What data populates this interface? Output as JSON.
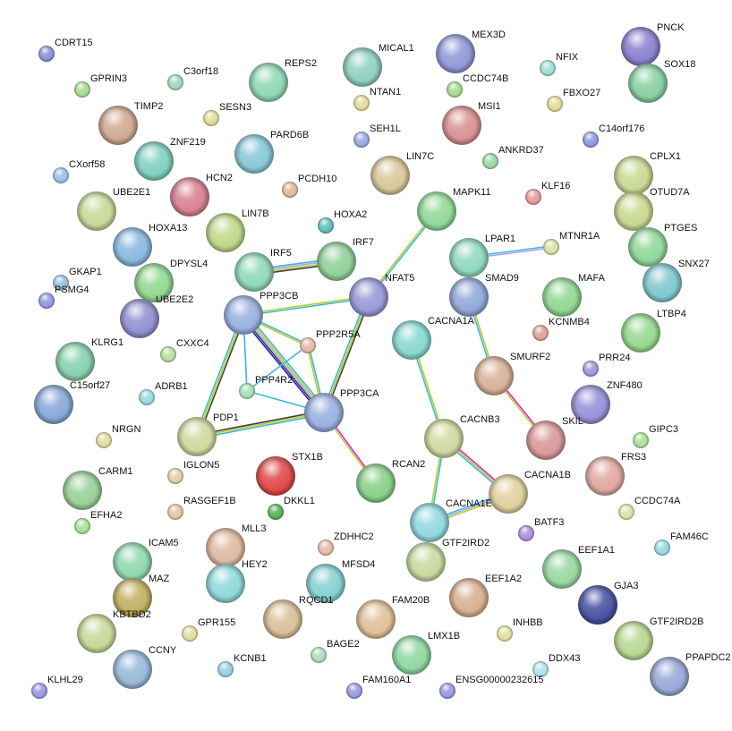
{
  "network": {
    "nodes": [
      {
        "id": "CDRT15",
        "color": "#8c8fd8",
        "size": "small"
      },
      {
        "id": "GPRIN3",
        "color": "#a8d890",
        "size": "small"
      },
      {
        "id": "C3orf18",
        "color": "#9fd8b8",
        "size": "small"
      },
      {
        "id": "REPS2",
        "color": "#8fd8b4",
        "size": "large"
      },
      {
        "id": "MICAL1",
        "color": "#8fd0c0",
        "size": "large"
      },
      {
        "id": "MEX3D",
        "color": "#9098d8",
        "size": "large"
      },
      {
        "id": "NFIX",
        "color": "#98e0d0",
        "size": "small"
      },
      {
        "id": "PNCK",
        "color": "#8a80d0",
        "size": "large"
      },
      {
        "id": "SOX18",
        "color": "#88d0a0",
        "size": "large"
      },
      {
        "id": "TIMP2",
        "color": "#d0a890",
        "size": "large"
      },
      {
        "id": "SESN3",
        "color": "#e0dc98",
        "size": "small"
      },
      {
        "id": "NTAN1",
        "color": "#e0dc98",
        "size": "small"
      },
      {
        "id": "CCDC74B",
        "color": "#a8d890",
        "size": "small"
      },
      {
        "id": "MSI1",
        "color": "#d89090",
        "size": "large"
      },
      {
        "id": "FBXO27",
        "color": "#e0dc98",
        "size": "small"
      },
      {
        "id": "C14orf176",
        "color": "#9098e0",
        "size": "small"
      },
      {
        "id": "ZNF219",
        "color": "#80d0c0",
        "size": "large"
      },
      {
        "id": "PARD6B",
        "color": "#88c8d8",
        "size": "large"
      },
      {
        "id": "SEH1L",
        "color": "#98a8e0",
        "size": "small"
      },
      {
        "id": "ANKRD37",
        "color": "#98d8a0",
        "size": "small"
      },
      {
        "id": "CXorf58",
        "color": "#98c0e8",
        "size": "small"
      },
      {
        "id": "HCN2",
        "color": "#d88090",
        "size": "large"
      },
      {
        "id": "PCDH10",
        "color": "#e0b898",
        "size": "small"
      },
      {
        "id": "LIN7C",
        "color": "#d8c898",
        "size": "large"
      },
      {
        "id": "KLF16",
        "color": "#e89898",
        "size": "small"
      },
      {
        "id": "CPLX1",
        "color": "#c8d890",
        "size": "large"
      },
      {
        "id": "OTUD7A",
        "color": "#c8d890",
        "size": "large"
      },
      {
        "id": "UBE2E1",
        "color": "#c8d898",
        "size": "large"
      },
      {
        "id": "LIN7B",
        "color": "#c0d888",
        "size": "large"
      },
      {
        "id": "HOXA2",
        "color": "#60c0b8",
        "size": "small"
      },
      {
        "id": "MAPK11",
        "color": "#90d898",
        "size": "large"
      },
      {
        "id": "MTNR1A",
        "color": "#d8e0a0",
        "size": "small"
      },
      {
        "id": "PTGES",
        "color": "#90d898",
        "size": "large"
      },
      {
        "id": "HOXA13",
        "color": "#88b8e0",
        "size": "large"
      },
      {
        "id": "LPAR1",
        "color": "#90d8c0",
        "size": "large"
      },
      {
        "id": "GKAP1",
        "color": "#98c0e0",
        "size": "small"
      },
      {
        "id": "DPYSL4",
        "color": "#90d890",
        "size": "large"
      },
      {
        "id": "IRF5",
        "color": "#90d8b8",
        "size": "large"
      },
      {
        "id": "IRF7",
        "color": "#90d098",
        "size": "large"
      },
      {
        "id": "SNX27",
        "color": "#80c8d0",
        "size": "large"
      },
      {
        "id": "NFAT5",
        "color": "#9898d8",
        "size": "large"
      },
      {
        "id": "SMAD9",
        "color": "#90a8d8",
        "size": "large"
      },
      {
        "id": "MAFA",
        "color": "#90d890",
        "size": "large"
      },
      {
        "id": "UBE2E2",
        "color": "#9090d0",
        "size": "large"
      },
      {
        "id": "PSMG4",
        "color": "#9098e0",
        "size": "small"
      },
      {
        "id": "PPP3CB",
        "color": "#98b0e0",
        "size": "large"
      },
      {
        "id": "PPP2R5A",
        "color": "#e8b8a8",
        "size": "small"
      },
      {
        "id": "CACNA1A",
        "color": "#88d8d0",
        "size": "large"
      },
      {
        "id": "KCNMB4",
        "color": "#e0a098",
        "size": "small"
      },
      {
        "id": "LTBP4",
        "color": "#98d890",
        "size": "large"
      },
      {
        "id": "KLRG1",
        "color": "#88d0b0",
        "size": "large"
      },
      {
        "id": "CXXC4",
        "color": "#b8e0a0",
        "size": "small"
      },
      {
        "id": "SMURF2",
        "color": "#d8b098",
        "size": "large"
      },
      {
        "id": "PRR24",
        "color": "#9898e0",
        "size": "small"
      },
      {
        "id": "PPP4R2",
        "color": "#a0e0b8",
        "size": "small"
      },
      {
        "id": "C15orf27",
        "color": "#88a8d8",
        "size": "large"
      },
      {
        "id": "ADRB1",
        "color": "#98d8e0",
        "size": "small"
      },
      {
        "id": "PPP3CA",
        "color": "#98b0e0",
        "size": "large"
      },
      {
        "id": "ZNF480",
        "color": "#9890d8",
        "size": "large"
      },
      {
        "id": "SKIL",
        "color": "#d89898",
        "size": "large"
      },
      {
        "id": "CACNB3",
        "color": "#d0d8a0",
        "size": "large"
      },
      {
        "id": "GIPC3",
        "color": "#a8e098",
        "size": "small"
      },
      {
        "id": "NRGN",
        "color": "#e0dca0",
        "size": "small"
      },
      {
        "id": "PDP1",
        "color": "#d0d8a0",
        "size": "large"
      },
      {
        "id": "STX1B",
        "color": "#e04848",
        "size": "large"
      },
      {
        "id": "IGLON5",
        "color": "#e0d0a8",
        "size": "small"
      },
      {
        "id": "RCAN2",
        "color": "#88d088",
        "size": "large"
      },
      {
        "id": "CACNA1B",
        "color": "#e0d0a0",
        "size": "large"
      },
      {
        "id": "FRS3",
        "color": "#e0a8a0",
        "size": "large"
      },
      {
        "id": "CARM1",
        "color": "#98d098",
        "size": "large"
      },
      {
        "id": "DKKL1",
        "color": "#58b058",
        "size": "small"
      },
      {
        "id": "RASGEF1B",
        "color": "#e0c8a0",
        "size": "small"
      },
      {
        "id": "CACNA1E",
        "color": "#90d8e0",
        "size": "large"
      },
      {
        "id": "CCDC74A",
        "color": "#e0e0a8",
        "size": "small"
      },
      {
        "id": "EFHA2",
        "color": "#a8e098",
        "size": "small"
      },
      {
        "id": "BATF3",
        "color": "#a890e0",
        "size": "small"
      },
      {
        "id": "FAM46C",
        "color": "#98d8e0",
        "size": "small"
      },
      {
        "id": "MLL3",
        "color": "#e0b8a0",
        "size": "large"
      },
      {
        "id": "ZDHHC2",
        "color": "#e8b8a8",
        "size": "small"
      },
      {
        "id": "GTF2IRD2",
        "color": "#c8d8a0",
        "size": "large"
      },
      {
        "id": "EEF1A1",
        "color": "#98d8a0",
        "size": "large"
      },
      {
        "id": "ICAM5",
        "color": "#90d8b0",
        "size": "large"
      },
      {
        "id": "HEY2",
        "color": "#90d8d8",
        "size": "large"
      },
      {
        "id": "MFSD4",
        "color": "#88d0d0",
        "size": "large"
      },
      {
        "id": "MAZ",
        "color": "#c0b060",
        "size": "large"
      },
      {
        "id": "EEF1A2",
        "color": "#d8b090",
        "size": "large"
      },
      {
        "id": "GJA3",
        "color": "#4850a0",
        "size": "large"
      },
      {
        "id": "KBTBD2",
        "color": "#c8d898",
        "size": "large"
      },
      {
        "id": "RQCD1",
        "color": "#d8c098",
        "size": "large"
      },
      {
        "id": "FAM20B",
        "color": "#e0c098",
        "size": "large"
      },
      {
        "id": "INHBB",
        "color": "#e0e0a0",
        "size": "small"
      },
      {
        "id": "GPR155",
        "color": "#e0e0a0",
        "size": "small"
      },
      {
        "id": "GTF2IRD2B",
        "color": "#b8d890",
        "size": "large"
      },
      {
        "id": "BAGE2",
        "color": "#a8e0b8",
        "size": "small"
      },
      {
        "id": "LMX1B",
        "color": "#90d8a0",
        "size": "large"
      },
      {
        "id": "CCNY",
        "color": "#98b8d8",
        "size": "large"
      },
      {
        "id": "KCNB1",
        "color": "#98d0e0",
        "size": "small"
      },
      {
        "id": "DDX43",
        "color": "#b0e0e8",
        "size": "small"
      },
      {
        "id": "PPAPDC2",
        "color": "#98a8d8",
        "size": "large"
      },
      {
        "id": "KLHL29",
        "color": "#9898e0",
        "size": "small"
      },
      {
        "id": "FAM160A1",
        "color": "#9898e0",
        "size": "small"
      },
      {
        "id": "ENSG00000232615",
        "color": "#9898e0",
        "size": "small"
      }
    ],
    "edges": [
      {
        "source": "MAPK11",
        "target": "NFAT5",
        "channels": [
          "#3bb8e0",
          "#b8d020"
        ]
      },
      {
        "source": "IRF5",
        "target": "IRF7",
        "channels": [
          "#3bb8e0",
          "#a8a0f0",
          "#b8d020",
          "#404040"
        ]
      },
      {
        "source": "LPAR1",
        "target": "MTNR1A",
        "channels": [
          "#3bb8e0",
          "#a8a0f0"
        ]
      },
      {
        "source": "PPP3CB",
        "target": "NFAT5",
        "channels": [
          "#b8d020",
          "#3bb8e0"
        ]
      },
      {
        "source": "NFAT5",
        "target": "PPP3CA",
        "channels": [
          "#404040",
          "#b8d020",
          "#3bb8e0"
        ]
      },
      {
        "source": "PPP3CB",
        "target": "PPP3CA",
        "channels": [
          "#3bb8e0",
          "#b8d020",
          "#a8a0f0",
          "#404040",
          "#2020e0"
        ]
      },
      {
        "source": "PPP3CB",
        "target": "PPP2R5A",
        "channels": [
          "#3bb8e0",
          "#b8d020"
        ]
      },
      {
        "source": "PPP3CB",
        "target": "PPP4R2",
        "channels": [
          "#3bb8e0"
        ]
      },
      {
        "source": "PPP3CB",
        "target": "PDP1",
        "channels": [
          "#404040",
          "#b8d020",
          "#3bb8e0"
        ]
      },
      {
        "source": "PDP1",
        "target": "PPP3CA",
        "channels": [
          "#404040",
          "#b8d020",
          "#3bb8e0"
        ]
      },
      {
        "source": "PPP2R5A",
        "target": "PPP3CA",
        "channels": [
          "#3bb8e0",
          "#b8d020"
        ]
      },
      {
        "source": "PPP2R5A",
        "target": "PPP4R2",
        "channels": [
          "#3bb8e0"
        ]
      },
      {
        "source": "PPP4R2",
        "target": "PPP3CA",
        "channels": [
          "#3bb8e0"
        ]
      },
      {
        "source": "PPP3CA",
        "target": "RCAN2",
        "channels": [
          "#e020e0",
          "#b8d020"
        ]
      },
      {
        "source": "SMAD9",
        "target": "SMURF2",
        "channels": [
          "#b8d020",
          "#3bb8e0"
        ]
      },
      {
        "source": "SMURF2",
        "target": "SKIL",
        "channels": [
          "#e020e0",
          "#b8d020"
        ]
      },
      {
        "source": "CACNA1A",
        "target": "CACNB3",
        "channels": [
          "#b8d020",
          "#3bb8e0"
        ]
      },
      {
        "source": "CACNB3",
        "target": "CACNA1B",
        "channels": [
          "#e020e0",
          "#b8d020",
          "#3bb8e0"
        ]
      },
      {
        "source": "CACNB3",
        "target": "CACNA1E",
        "channels": [
          "#3bb8e0",
          "#b8d020"
        ]
      },
      {
        "source": "CACNA1E",
        "target": "CACNA1B",
        "channels": [
          "#3bb8e0",
          "#a8a0f0",
          "#b8d020"
        ]
      }
    ]
  }
}
